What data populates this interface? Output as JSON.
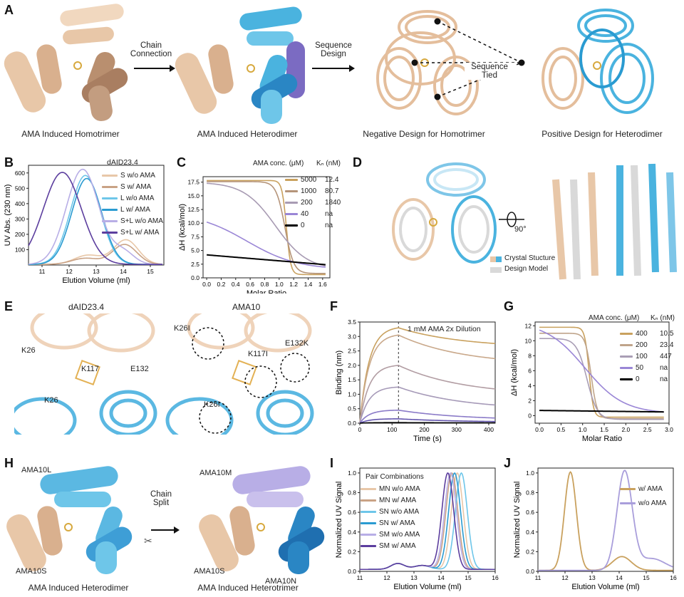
{
  "colors": {
    "tan": "#E8C7A8",
    "tan_dark": "#C9A285",
    "blue": "#4AB3DF",
    "blue_dark": "#2A86C4",
    "purple": "#7B6BC2",
    "lavender": "#B8AEE6",
    "gold": "#C9A15E",
    "gray": "#9E9EA0"
  },
  "panels": {
    "A": {
      "label": "A",
      "arrow1": "Chain\nConnection",
      "arrow2": "Sequence\nDesign",
      "tied": "Sequence\nTied",
      "captions": [
        "AMA Induced Homotrimer",
        "AMA Induced Heterodimer",
        "Negative Design for Homotrimer",
        "Positive Design for Heterodimer"
      ]
    },
    "B": {
      "label": "B",
      "legend_title": "dAID23.4",
      "legend": [
        "S w/o AMA",
        "S w/ AMA",
        "L w/o AMA",
        "L w/ AMA",
        "S+L w/o AMA",
        "S+L w/ AMA"
      ],
      "ylabel": "UV Abs. (230 nm)",
      "xlabel": "Elution Volume (ml)"
    },
    "C": {
      "label": "C",
      "legend_header_conc": "AMA conc. (μM)",
      "legend_header_kd": "Kₙ (nM)",
      "rows": [
        [
          "5000",
          "12.4"
        ],
        [
          "1000",
          "80.7"
        ],
        [
          "200",
          "1840"
        ],
        [
          "40",
          "na"
        ],
        [
          "0",
          "na"
        ]
      ],
      "ylabel": "ΔH (kcal/mol)",
      "xlabel": "Molar Ratio"
    },
    "D": {
      "label": "D",
      "rotation": "90°",
      "legend": [
        "Crystal Stucture",
        "Design Model"
      ]
    },
    "E": {
      "label": "E",
      "titles": [
        "dAID23.4",
        "AMA10"
      ],
      "left_labels": [
        "K26",
        "K117",
        "E132",
        "K26"
      ],
      "right_labels": [
        "K26I",
        "K117I",
        "E132K",
        "K26I"
      ]
    },
    "F": {
      "label": "F",
      "annotation": "1 mM AMA 2x Dilution",
      "ylabel": "Binding (nm)",
      "xlabel": "Time (s)"
    },
    "G": {
      "label": "G",
      "legend_header_conc": "AMA conc. (μM)",
      "legend_header_kd": "Kₙ (nM)",
      "rows": [
        [
          "400",
          "10.5"
        ],
        [
          "200",
          "23.4"
        ],
        [
          "100",
          "447"
        ],
        [
          "50",
          "na"
        ],
        [
          "0",
          "na"
        ]
      ],
      "ylabel": "ΔH (kcal/mol)",
      "xlabel": "Molar Ratio"
    },
    "H": {
      "label": "H",
      "arrow": "Chain\nSplit",
      "labels": [
        "AMA10L",
        "AMA10S",
        "AMA10M",
        "AMA10S",
        "AMA10N"
      ],
      "captions": [
        "AMA Induced Heterodimer",
        "AMA Induced Heterotrimer"
      ]
    },
    "I": {
      "label": "I",
      "legend_title": "Pair Combinations",
      "legend": [
        "MN w/o AMA",
        "MN w/ AMA",
        "SN w/o AMA",
        "SN w/ AMA",
        "SM w/o AMA",
        "SM w/ AMA"
      ],
      "ylabel": "Normalized UV Signal",
      "xlabel": "Elution Volume (ml)"
    },
    "J": {
      "label": "J",
      "legend": [
        "w/ AMA",
        "w/o AMA"
      ],
      "ylabel": "Normalized UV Signal",
      "xlabel": "Elution Volume (ml)"
    }
  },
  "chart_data": [
    {
      "id": "B",
      "type": "line",
      "xlim": [
        10.5,
        15.5
      ],
      "ylim": [
        0,
        650
      ],
      "xticks": [
        11,
        12,
        13,
        14,
        15
      ],
      "yticks": [
        100,
        200,
        300,
        400,
        500,
        600
      ],
      "series": [
        {
          "name": "S w/o AMA",
          "color": "#E8C7A8",
          "peaks": [
            [
              14.1,
              160,
              0.45
            ],
            [
              12.7,
              60,
              0.5
            ]
          ]
        },
        {
          "name": "S w/ AMA",
          "color": "#C9A285",
          "peaks": [
            [
              14.05,
              130,
              0.45
            ],
            [
              12.6,
              40,
              0.5
            ]
          ]
        },
        {
          "name": "L w/o AMA",
          "color": "#6EC6E9",
          "peaks": [
            [
              12.6,
              580,
              0.55
            ]
          ]
        },
        {
          "name": "L w/ AMA",
          "color": "#2A9BD1",
          "peaks": [
            [
              12.65,
              560,
              0.55
            ]
          ]
        },
        {
          "name": "S+L w/o AMA",
          "color": "#B8AEE6",
          "peaks": [
            [
              12.5,
              620,
              0.6
            ],
            [
              14.0,
              80,
              0.4
            ]
          ]
        },
        {
          "name": "S+L w/ AMA",
          "color": "#5C3E9E",
          "peaks": [
            [
              11.75,
              600,
              0.7
            ]
          ]
        }
      ]
    },
    {
      "id": "C",
      "type": "line",
      "xlim": [
        -0.05,
        1.7
      ],
      "ylim": [
        0,
        18.5
      ],
      "xticks": [
        0.0,
        0.2,
        0.4,
        0.6,
        0.8,
        1.0,
        1.2,
        1.4,
        1.6
      ],
      "yticks": [
        0.0,
        2.5,
        5.0,
        7.5,
        10.0,
        12.5,
        15.0,
        17.5
      ],
      "series": [
        {
          "name": "5000",
          "color": "#C9A15E",
          "kind": "sig",
          "hi": 17.8,
          "lo": 0.6,
          "mid": 1.1,
          "w": 0.03
        },
        {
          "name": "1000",
          "color": "#B59479",
          "kind": "sig",
          "hi": 17.6,
          "lo": 0.8,
          "mid": 1.08,
          "w": 0.06
        },
        {
          "name": "200",
          "color": "#A89BB3",
          "kind": "sig",
          "hi": 17.5,
          "lo": 1.5,
          "mid": 0.95,
          "w": 0.22
        },
        {
          "name": "40",
          "color": "#9A86D6",
          "kind": "sig",
          "hi": 12.0,
          "lo": 1.5,
          "mid": 0.55,
          "w": 0.35
        },
        {
          "name": "0",
          "color": "#000000",
          "kind": "linear",
          "a": 4.2,
          "b": 2.4
        }
      ]
    },
    {
      "id": "F",
      "type": "line",
      "xlim": [
        0,
        420
      ],
      "ylim": [
        0,
        3.5
      ],
      "xticks": [
        0,
        100,
        200,
        300,
        400
      ],
      "yticks": [
        0.0,
        0.5,
        1.0,
        1.5,
        2.0,
        2.5,
        3.0,
        3.5
      ],
      "dash_x": 120,
      "series": [
        {
          "color": "#C9A15E",
          "max": 3.3,
          "end": 2.6
        },
        {
          "color": "#C9A88A",
          "max": 3.05,
          "end": 2.0
        },
        {
          "color": "#B29DA3",
          "max": 2.0,
          "end": 0.95
        },
        {
          "color": "#A69AB8",
          "max": 1.25,
          "end": 0.45
        },
        {
          "color": "#8B7BC8",
          "max": 0.45,
          "end": 0.1
        },
        {
          "color": "#6355AE",
          "max": 0.15,
          "end": 0.03
        },
        {
          "color": "#000000",
          "max": 0.02,
          "end": 0.01
        }
      ]
    },
    {
      "id": "G",
      "type": "line",
      "xlim": [
        -0.1,
        3.0
      ],
      "ylim": [
        -1,
        12.5
      ],
      "xticks": [
        0.0,
        0.5,
        1.0,
        1.5,
        2.0,
        2.5,
        3.0
      ],
      "yticks": [
        0,
        2,
        4,
        6,
        8,
        10,
        12
      ],
      "series": [
        {
          "name": "400",
          "color": "#C9A15E",
          "kind": "sig",
          "hi": 11.8,
          "lo": -0.2,
          "mid": 1.15,
          "w": 0.05
        },
        {
          "name": "200",
          "color": "#BFA48A",
          "kind": "sig",
          "hi": 11.0,
          "lo": -0.4,
          "mid": 1.2,
          "w": 0.07
        },
        {
          "name": "100",
          "color": "#A99EB5",
          "kind": "sig",
          "hi": 10.3,
          "lo": -0.5,
          "mid": 1.1,
          "w": 0.12
        },
        {
          "name": "50",
          "color": "#9A86D6",
          "kind": "sig",
          "hi": 12.5,
          "lo": 0.3,
          "mid": 1.05,
          "w": 0.45
        },
        {
          "name": "0",
          "color": "#000000",
          "kind": "linear",
          "a": 0.7,
          "b": 0.5
        }
      ]
    },
    {
      "id": "I",
      "type": "line",
      "xlim": [
        11,
        16
      ],
      "ylim": [
        0,
        1.05
      ],
      "xticks": [
        11,
        12,
        13,
        14,
        15,
        16
      ],
      "yticks": [
        0.0,
        0.2,
        0.4,
        0.6,
        0.8,
        1.0
      ],
      "series": [
        {
          "name": "MN w/o AMA",
          "color": "#E8C7A8",
          "peak": 14.6
        },
        {
          "name": "MN w/ AMA",
          "color": "#C9A285",
          "peak": 14.4
        },
        {
          "name": "SN w/o AMA",
          "color": "#6EC6E9",
          "peak": 14.75
        },
        {
          "name": "SN w/ AMA",
          "color": "#2A9BD1",
          "peak": 14.5
        },
        {
          "name": "SM w/o AMA",
          "color": "#B8AEE6",
          "peak": 14.35
        },
        {
          "name": "SM w/ AMA",
          "color": "#5C3E9E",
          "peak": 14.25
        }
      ]
    },
    {
      "id": "J",
      "type": "line",
      "xlim": [
        11,
        16
      ],
      "ylim": [
        0,
        1.05
      ],
      "xticks": [
        11,
        12,
        13,
        14,
        15,
        16
      ],
      "yticks": [
        0.0,
        0.2,
        0.4,
        0.6,
        0.8,
        1.0
      ],
      "series": [
        {
          "name": "w/ AMA",
          "color": "#C9A15E",
          "peaks": [
            [
              12.2,
              1.0,
              0.22
            ],
            [
              14.1,
              0.14,
              0.35
            ]
          ]
        },
        {
          "name": "w/o AMA",
          "color": "#A99EDB",
          "peaks": [
            [
              14.2,
              1.0,
              0.28
            ],
            [
              15.2,
              0.12,
              0.5
            ]
          ]
        }
      ]
    }
  ]
}
